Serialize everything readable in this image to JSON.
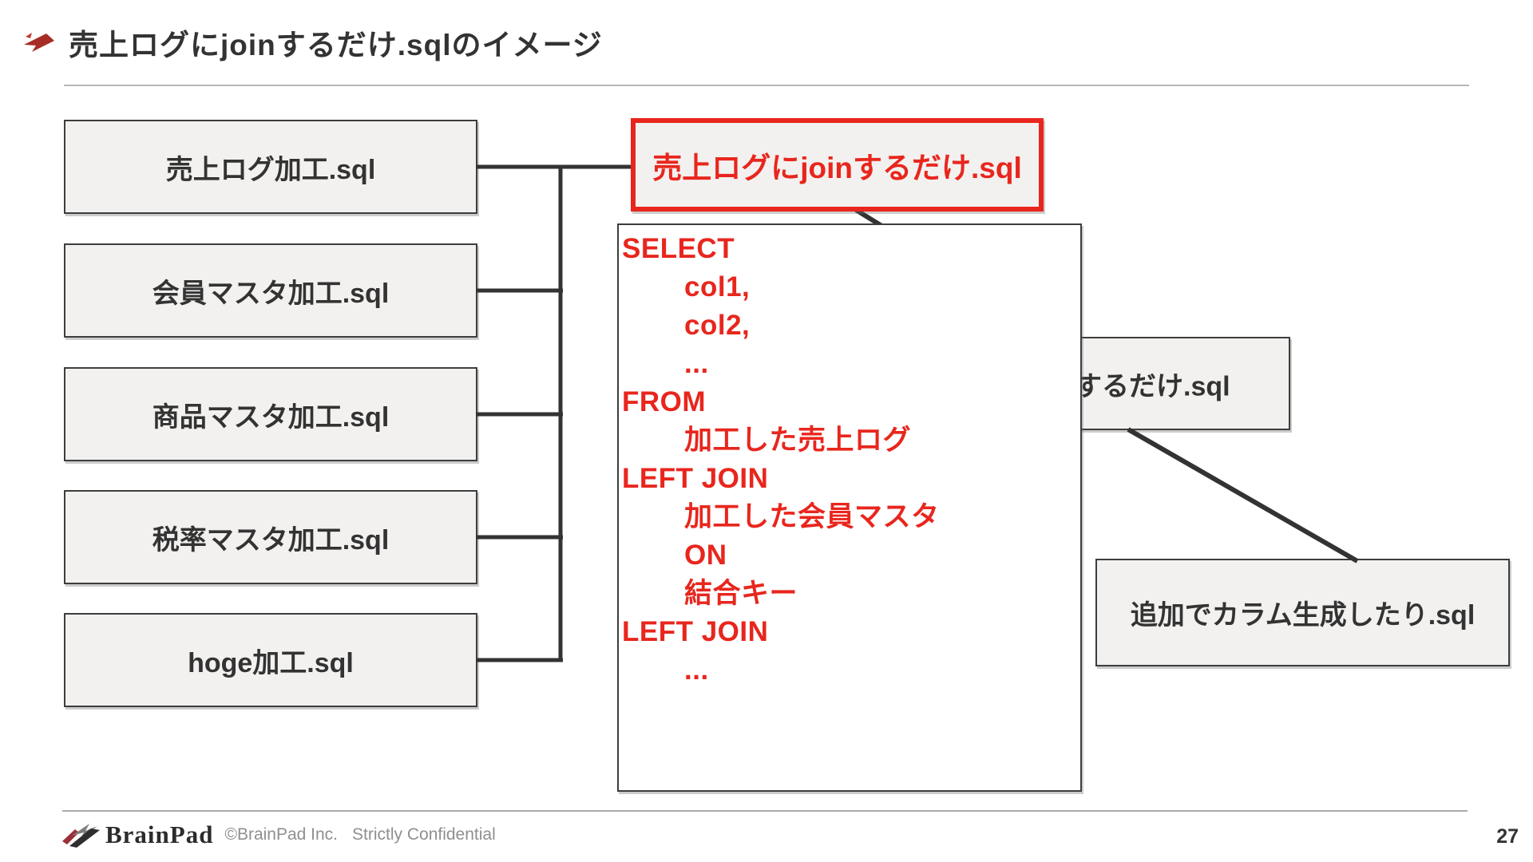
{
  "slide": {
    "title": "売上ログにjoinするだけ.sqlのイメージ",
    "page_number": "27"
  },
  "diagram": {
    "source_boxes": [
      "売上ログ加工.sql",
      "会員マスタ加工.sql",
      "商品マスタ加工.sql",
      "税率マスタ加工.sql",
      "hoge加工.sql"
    ],
    "join_box_label": "売上ログにjoinするだけ.sql",
    "hidden_box_label": "するだけ.sql",
    "append_box_label": "追加でカラム生成したり.sql",
    "code_lines": [
      {
        "text": "SELECT",
        "indent": false
      },
      {
        "text": "col1,",
        "indent": true
      },
      {
        "text": "col2,",
        "indent": true
      },
      {
        "text": "...",
        "indent": true
      },
      {
        "text": "FROM",
        "indent": false
      },
      {
        "text": "加工した売上ログ",
        "indent": true
      },
      {
        "text": "LEFT JOIN",
        "indent": false
      },
      {
        "text": "加工した会員マスタ",
        "indent": true
      },
      {
        "text": "ON",
        "indent": true
      },
      {
        "text": "結合キー",
        "indent": true
      },
      {
        "text": "LEFT JOIN",
        "indent": false
      },
      {
        "text": "...",
        "indent": true
      }
    ]
  },
  "footer": {
    "brand": "BrainPad",
    "copyright": "©BrainPad Inc.",
    "confidential": "Strictly Confidential"
  },
  "colors": {
    "accent_red": "#e8261d",
    "box_fill": "#f2f1ef",
    "box_border": "#3d3d3d",
    "wire": "#333333",
    "brand_crimson": "#9c3038",
    "title_icon_red": "#a72c26"
  }
}
